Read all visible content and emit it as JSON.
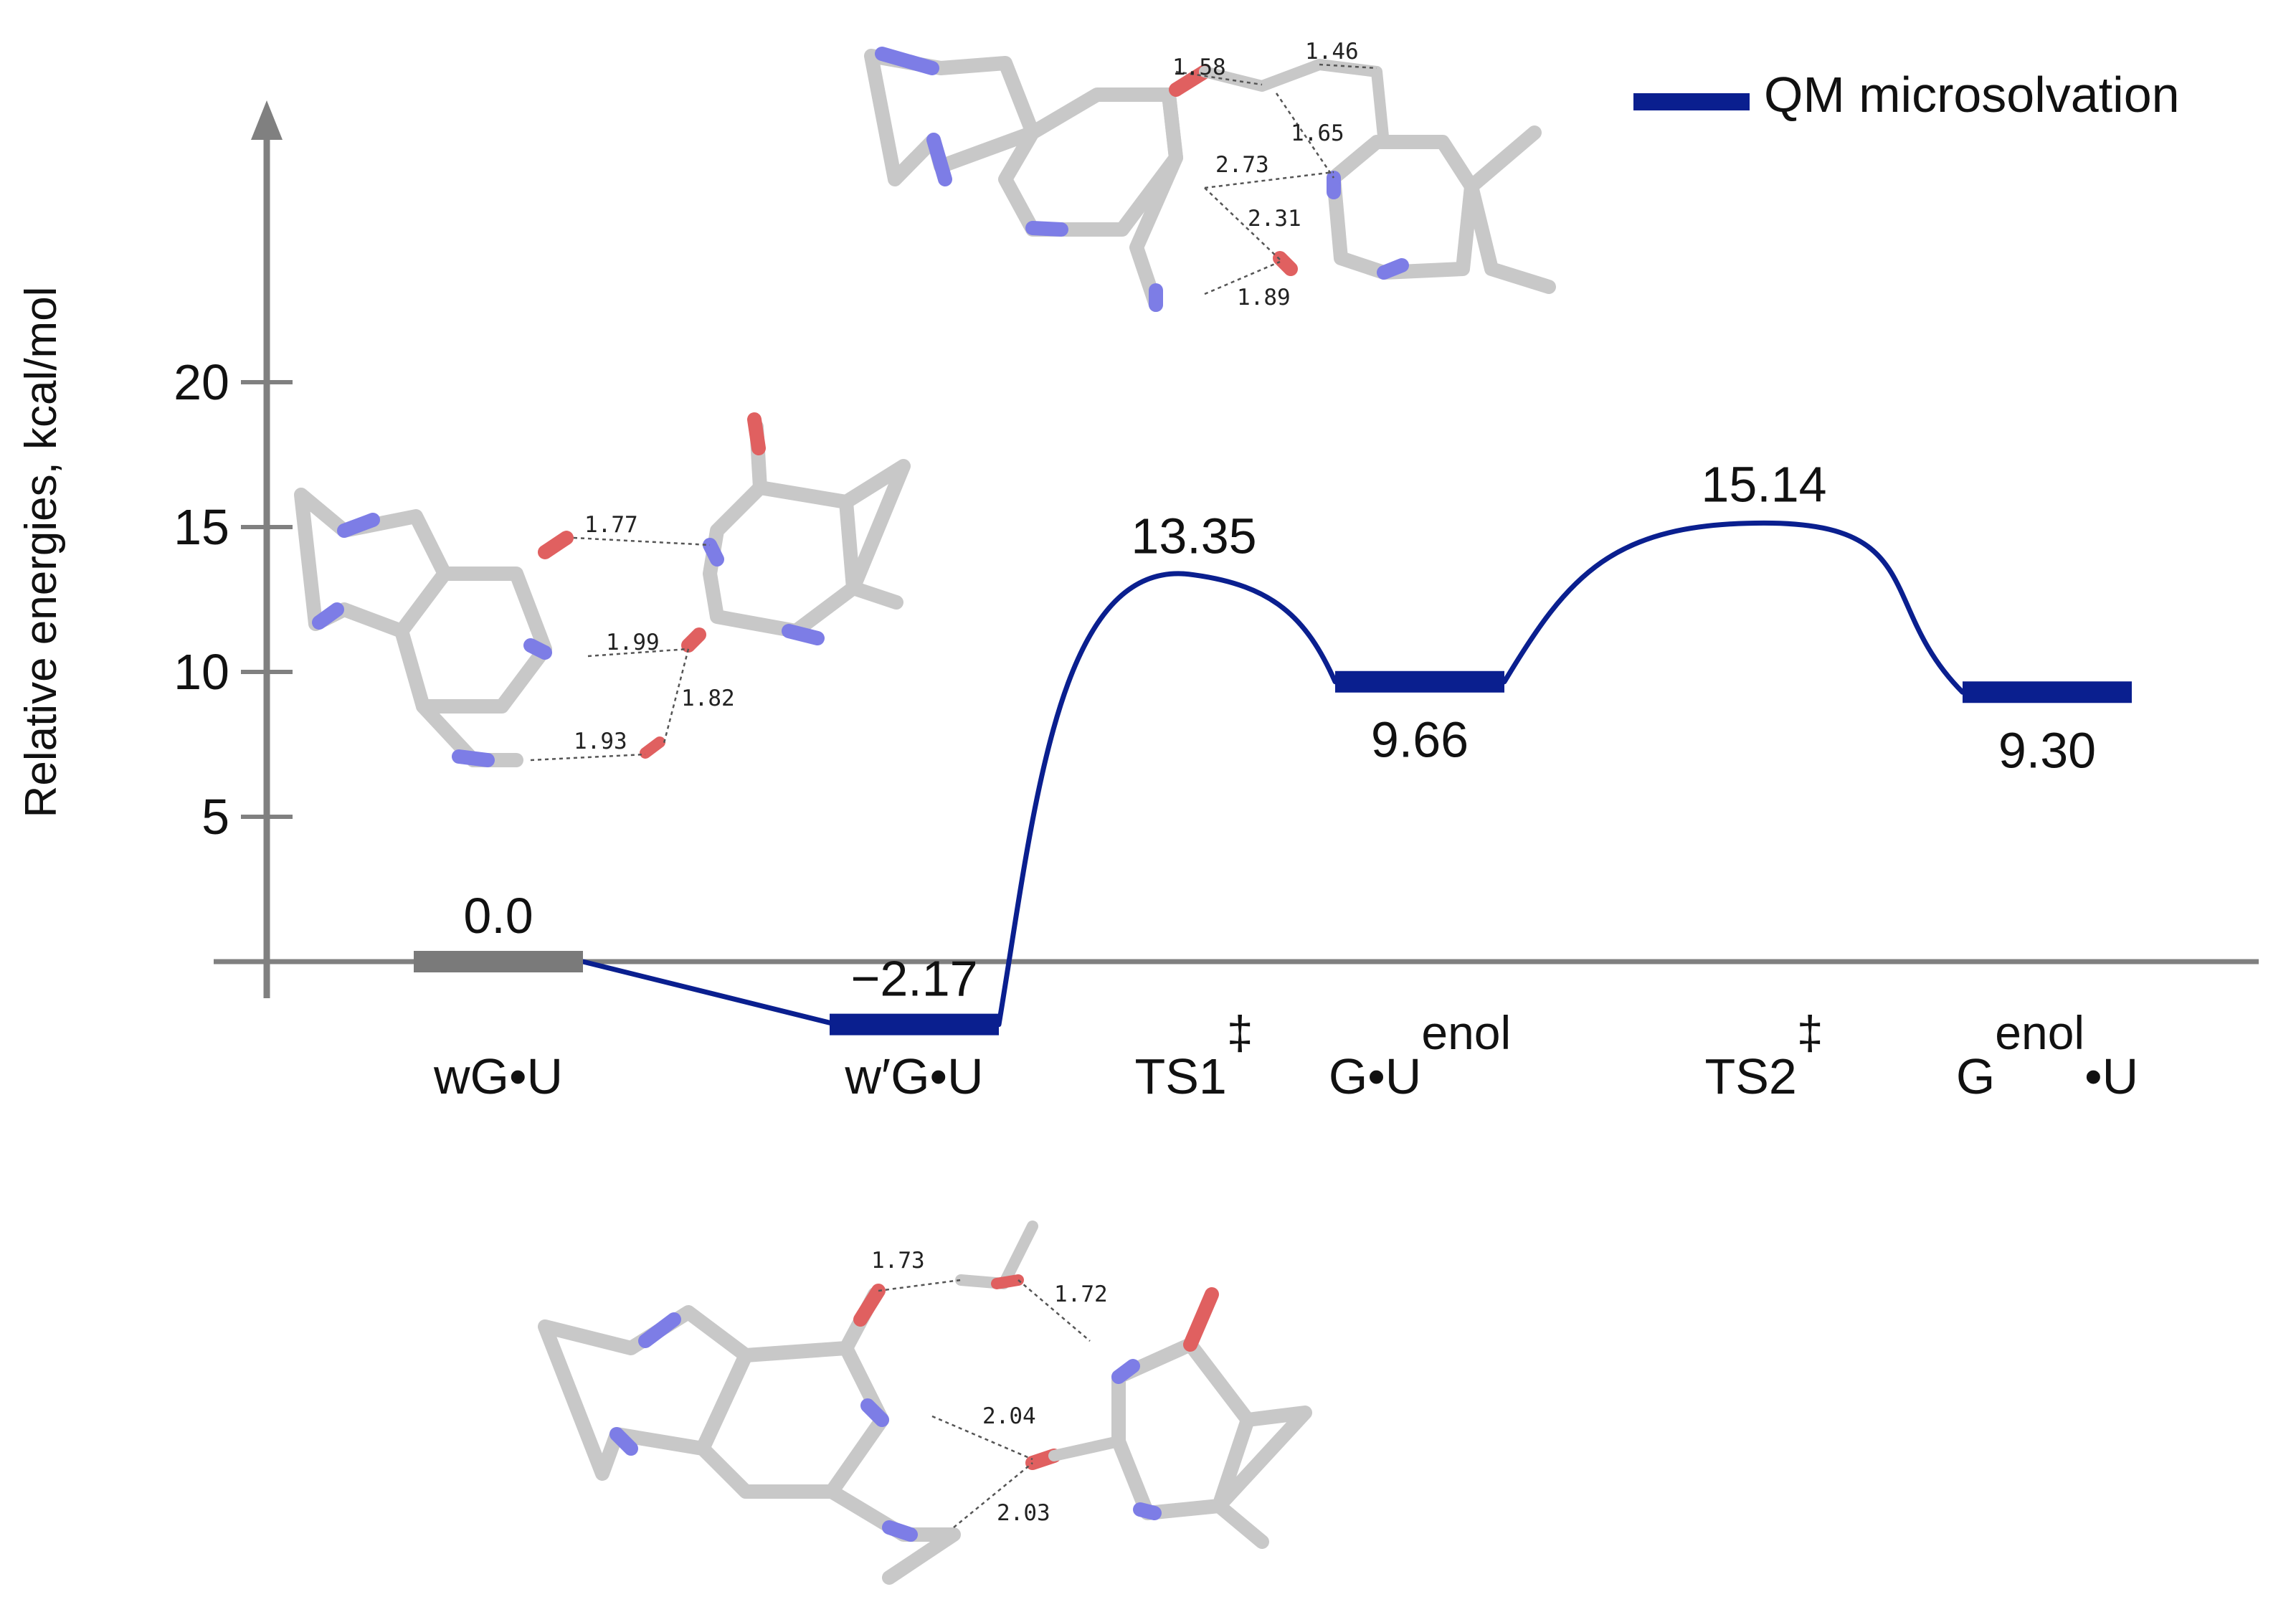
{
  "chart_data": {
    "type": "line",
    "ylabel": "Relative energies, kcal/mol",
    "ylim": [
      -1.5,
      28.5
    ],
    "yticks": [
      5,
      10,
      15,
      20
    ],
    "legend": {
      "position": "top-right",
      "label": "QM microsolvation",
      "color": "#0a1f8f"
    },
    "colors": {
      "series": "#0a1f8f",
      "reference": "#7a7a7a",
      "axis": "#808080"
    },
    "states": [
      {
        "label": "wG•U",
        "sup": "",
        "value": 0.0,
        "value_label": "0.0",
        "kind": "minimum",
        "label_pos": "above",
        "color": "#7a7a7a"
      },
      {
        "label": "w′G•U",
        "sup": "",
        "value": -2.17,
        "value_label": "−2.17",
        "kind": "minimum",
        "label_pos": "above",
        "color": "#0a1f8f"
      },
      {
        "label": "TS1",
        "sup": "‡",
        "value": 13.35,
        "value_label": "13.35",
        "kind": "transition",
        "label_pos": "above",
        "color": "#0a1f8f"
      },
      {
        "label": "G•U",
        "sup": "enol",
        "value": 9.66,
        "value_label": "9.66",
        "kind": "minimum",
        "label_pos": "below",
        "color": "#0a1f8f"
      },
      {
        "label": "TS2",
        "sup": "‡",
        "value": 15.14,
        "value_label": "15.14",
        "kind": "transition",
        "label_pos": "above",
        "color": "#0a1f8f"
      },
      {
        "label": "G",
        "sup": "enol",
        "label2": "•U",
        "value": 9.3,
        "value_label": "9.30",
        "kind": "minimum",
        "label_pos": "below",
        "color": "#0a1f8f"
      }
    ]
  },
  "structures": {
    "top": {
      "distances": [
        "1.58",
        "1.46",
        "1.65",
        "2.73",
        "2.31",
        "1.89"
      ]
    },
    "left": {
      "distances": [
        "1.77",
        "1.99",
        "1.82",
        "1.93"
      ]
    },
    "bottom": {
      "distances": [
        "1.73",
        "1.72",
        "2.04",
        "2.03"
      ]
    }
  }
}
